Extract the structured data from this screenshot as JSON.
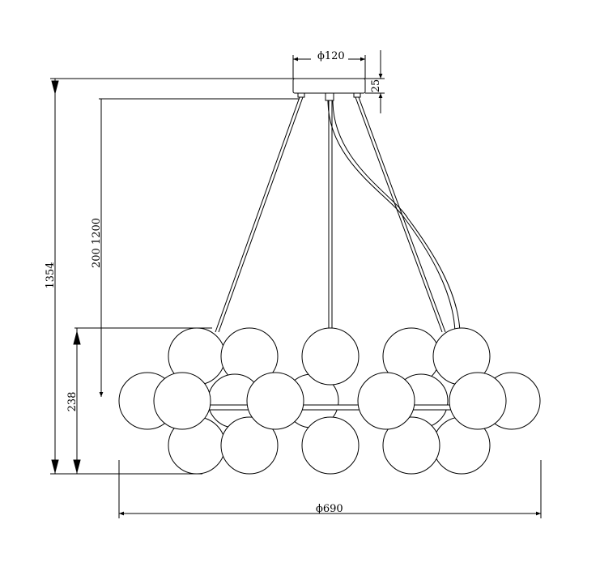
{
  "dimensions": {
    "canopy_diameter": "ϕ120",
    "canopy_height": "25",
    "total_height": "1354",
    "cable_length": "200 1200",
    "body_height": "238",
    "body_diameter": "ϕ690"
  },
  "colors": {
    "line": "#000000",
    "globe_fill": "#ffffff"
  }
}
